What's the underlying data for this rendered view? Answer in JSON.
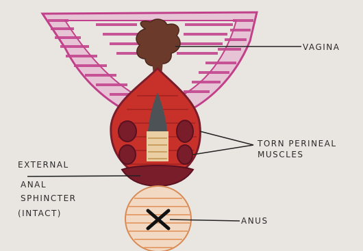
{
  "labels": {
    "vagina": "VAGINA",
    "torn_line1": "TORN PERINEAL",
    "torn_line2": "MUSCLES",
    "external": "EXTERNAL",
    "anal": "ANAL",
    "sphincter": "SPHINCTER",
    "intact": "(INTACT)",
    "anus": "ANUS"
  },
  "colors": {
    "paper": "#e9e6e1",
    "labia_outline": "#c0408a",
    "labia_fill": "#d77bb0",
    "red": "#c8312a",
    "dark_red": "#7a1d2a",
    "brown": "#6b3a2a",
    "grey": "#4d5257",
    "yellow": "#e9cfa3",
    "anus_ring": "#e4a06e"
  }
}
